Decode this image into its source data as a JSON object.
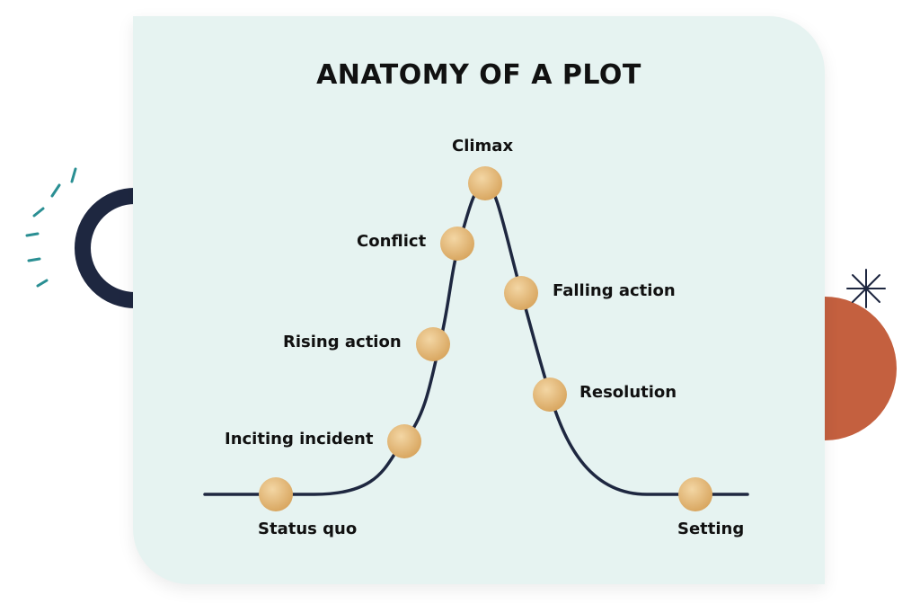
{
  "title": "ANATOMY OF A PLOT",
  "colors": {
    "card_background": "#e6f3f1",
    "curve": "#1e2740",
    "point_fill": "#e6b97a",
    "navy_ring": "#1e2740",
    "teal_dashes": "#2a8f93",
    "orange_semicircle": "#c4603f"
  },
  "points": [
    {
      "label": "Status quo"
    },
    {
      "label": "Inciting incident"
    },
    {
      "label": "Rising action"
    },
    {
      "label": "Conflict"
    },
    {
      "label": "Climax"
    },
    {
      "label": "Falling action"
    },
    {
      "label": "Resolution"
    },
    {
      "label": "Setting"
    }
  ]
}
